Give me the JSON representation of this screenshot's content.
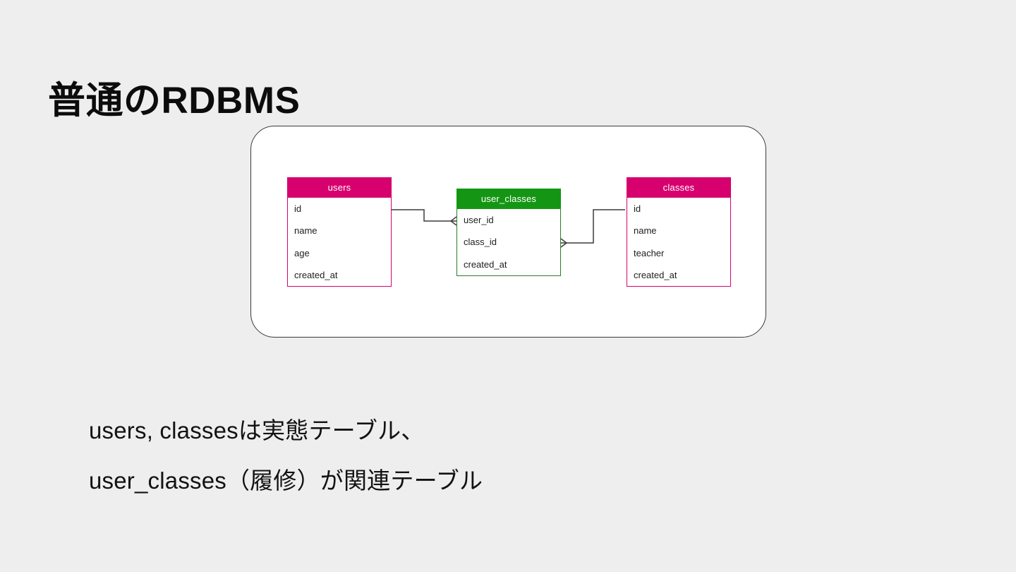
{
  "slide": {
    "title": "普通のRDBMS",
    "background_color": "#eeeeee"
  },
  "colors": {
    "entity_table": "#d6006e",
    "join_table": "#149614",
    "connector": "#3c3c3c",
    "frame_border": "#3a3a3a",
    "text": "#121212"
  },
  "diagram": {
    "name": "er-diagram",
    "tables": [
      {
        "id": "users",
        "title": "users",
        "kind": "entity",
        "color": "#d6006e",
        "columns": [
          "id",
          "name",
          "age",
          "created_at"
        ]
      },
      {
        "id": "user_classes",
        "title": "user_classes",
        "kind": "join",
        "color": "#149614",
        "columns": [
          "user_id",
          "class_id",
          "created_at"
        ]
      },
      {
        "id": "classes",
        "title": "classes",
        "kind": "entity",
        "color": "#d6006e",
        "columns": [
          "id",
          "name",
          "teacher",
          "created_at"
        ]
      }
    ],
    "relations": [
      {
        "id": "users-to-user_classes",
        "from_table": "users",
        "from_column": "id",
        "to_table": "user_classes",
        "to_column": "user_id",
        "cardinality": "one-to-many"
      },
      {
        "id": "user_classes-to-classes",
        "from_table": "user_classes",
        "from_column": "class_id",
        "to_table": "classes",
        "to_column": "id",
        "cardinality": "many-to-one"
      }
    ]
  },
  "body": {
    "line1": "users, classesは実態テーブル、",
    "line2": "user_classes（履修）が関連テーブル"
  }
}
